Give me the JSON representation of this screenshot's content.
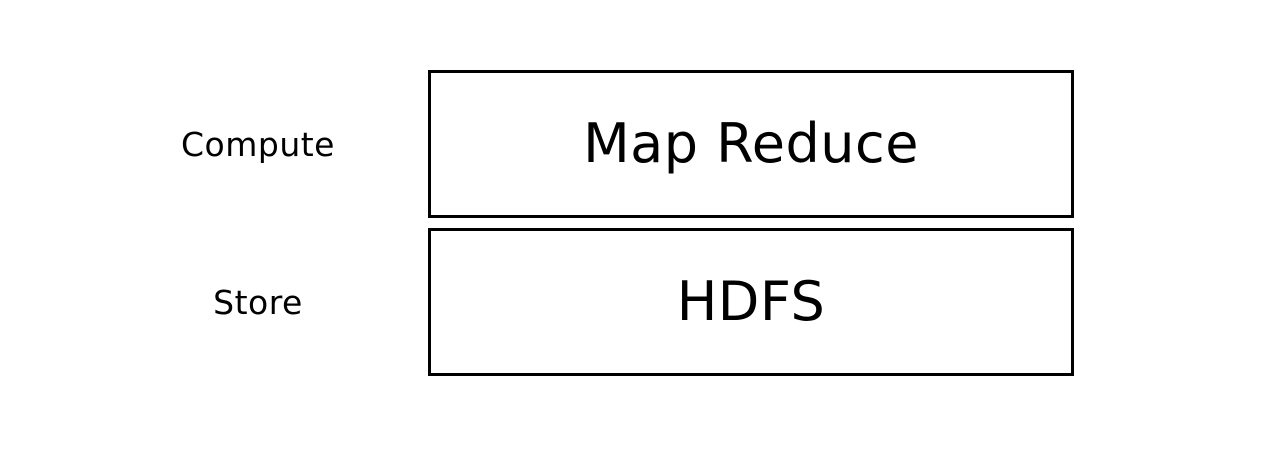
{
  "layers": [
    {
      "label": "Compute",
      "component": "Map Reduce"
    },
    {
      "label": "Store",
      "component": "HDFS"
    }
  ]
}
